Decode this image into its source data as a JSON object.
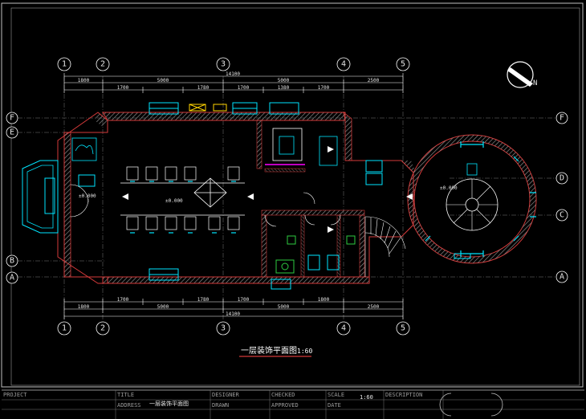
{
  "plan": {
    "title": "一层装饰平面图",
    "scale": "1:60",
    "north_label": "N"
  },
  "axes": {
    "columns": [
      "1",
      "2",
      "3",
      "4",
      "5"
    ],
    "rows": [
      "F",
      "E",
      "B",
      "A"
    ],
    "rows_right": [
      "F",
      "D",
      "C",
      "A"
    ]
  },
  "dimensions": {
    "top_total": "14100",
    "top_segments": [
      "1800",
      "5000",
      "5000",
      "2500"
    ],
    "top_sub": [
      "1700",
      "1780",
      "1700",
      "1380",
      "1700"
    ],
    "bottom_total": "14100",
    "bottom_segments": [
      "1800",
      "5000",
      "5000",
      "2500"
    ],
    "bottom_sub": [
      "1700",
      "1780",
      "1700",
      "1800"
    ]
  },
  "title_block": {
    "project_label": "PROJECT",
    "title_label": "TITLE",
    "title_value": "一层装饰平面图",
    "designer_label": "DESIGNER",
    "checked_label": "CHECKED",
    "scale_label": "SCALE",
    "scale_value": "1:60",
    "description_label": "DESCRIPTION",
    "address_label": "ADDRESS",
    "drawn_label": "DRAWN",
    "approved_label": "APPROVED",
    "date_label": "DATE"
  },
  "levels": {
    "main": "±0.000",
    "left": "±0.000",
    "tower": "±0.000"
  },
  "colors": {
    "wall": "#d43a3a",
    "hatch": "#a0a0a0",
    "fixture": "#00e5ff",
    "line": "#ffffff",
    "yellow": "#ffd400",
    "green": "#2ecc40",
    "magenta": "#ff00ff"
  }
}
